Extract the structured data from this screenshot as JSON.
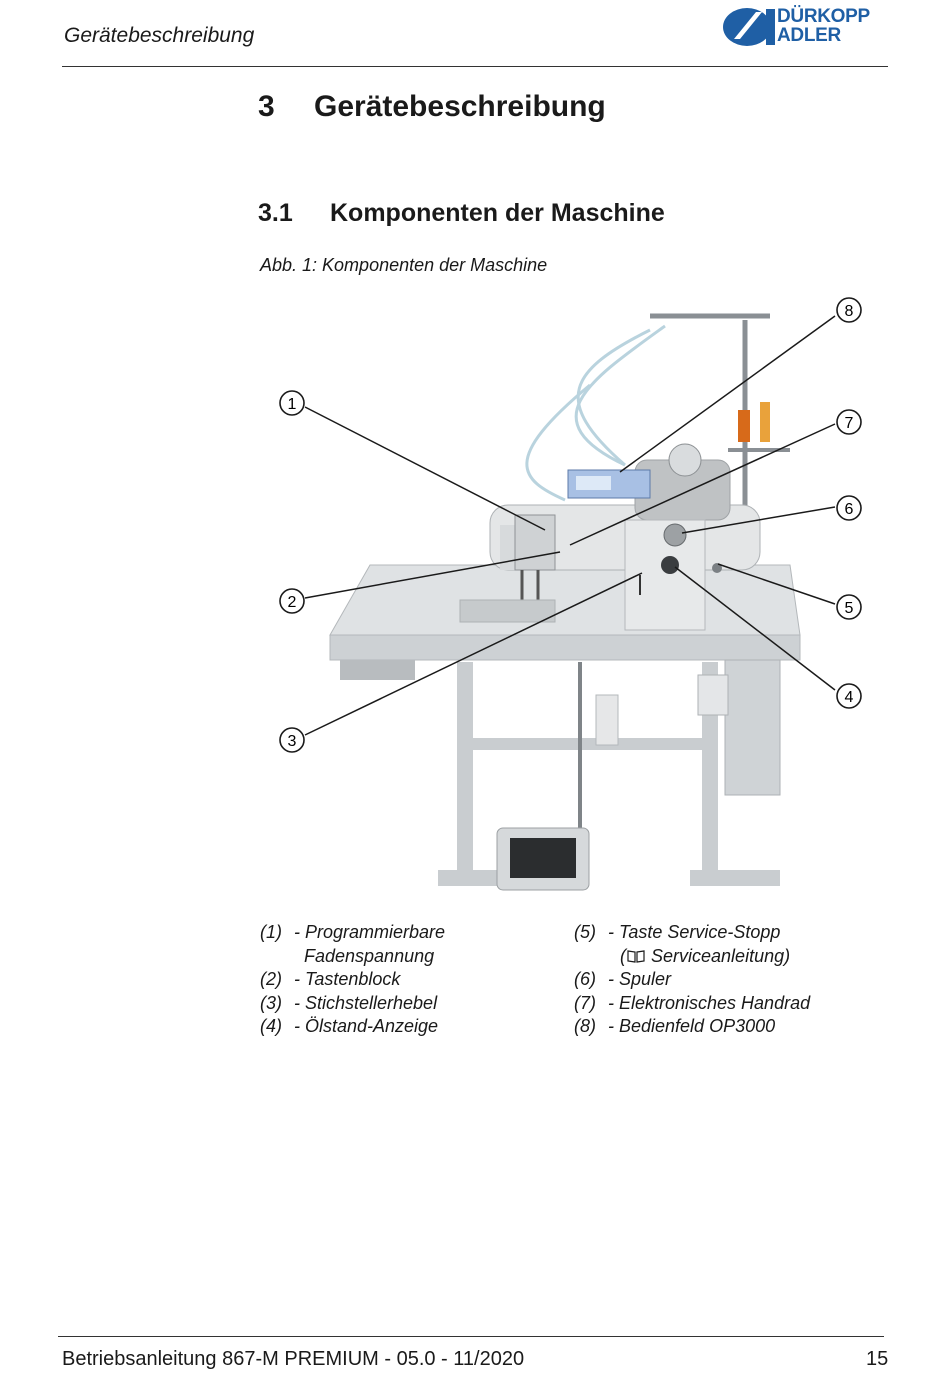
{
  "header": {
    "title": "Gerätebeschreibung",
    "logo_line1": "DÜRKOPP",
    "logo_line2": "ADLER"
  },
  "chapter": {
    "number": "3",
    "title": "Gerätebeschreibung"
  },
  "section": {
    "number": "3.1",
    "title": "Komponenten der Maschine"
  },
  "figure": {
    "caption": "Abb. 1: Komponenten der Maschine",
    "callouts": [
      "1",
      "2",
      "3",
      "4",
      "5",
      "6",
      "7",
      "8"
    ]
  },
  "legend": {
    "left": [
      {
        "num": "(1)",
        "text": "- Programmierbare",
        "cont": "Fadenspannung"
      },
      {
        "num": "(2)",
        "text": "- Tastenblock"
      },
      {
        "num": "(3)",
        "text": "- Stichstellerhebel"
      },
      {
        "num": "(4)",
        "text": "- Ölstand-Anzeige"
      }
    ],
    "right": [
      {
        "num": "(5)",
        "text": "- Taste Service-Stopp",
        "cont": "Serviceanleitung)"
      },
      {
        "num": "(6)",
        "text": "- Spuler"
      },
      {
        "num": "(7)",
        "text": "- Elektronisches Handrad"
      },
      {
        "num": "(8)",
        "text": "- Bedienfeld OP3000"
      }
    ]
  },
  "footer": {
    "text": "Betriebsanleitung 867-M PREMIUM - 05.0 - 11/2020",
    "page": "15"
  },
  "colors": {
    "brand": "#1f5fa5",
    "text": "#1a1a1a",
    "table": "#dfe2e4",
    "frame": "#c9cdd0"
  }
}
